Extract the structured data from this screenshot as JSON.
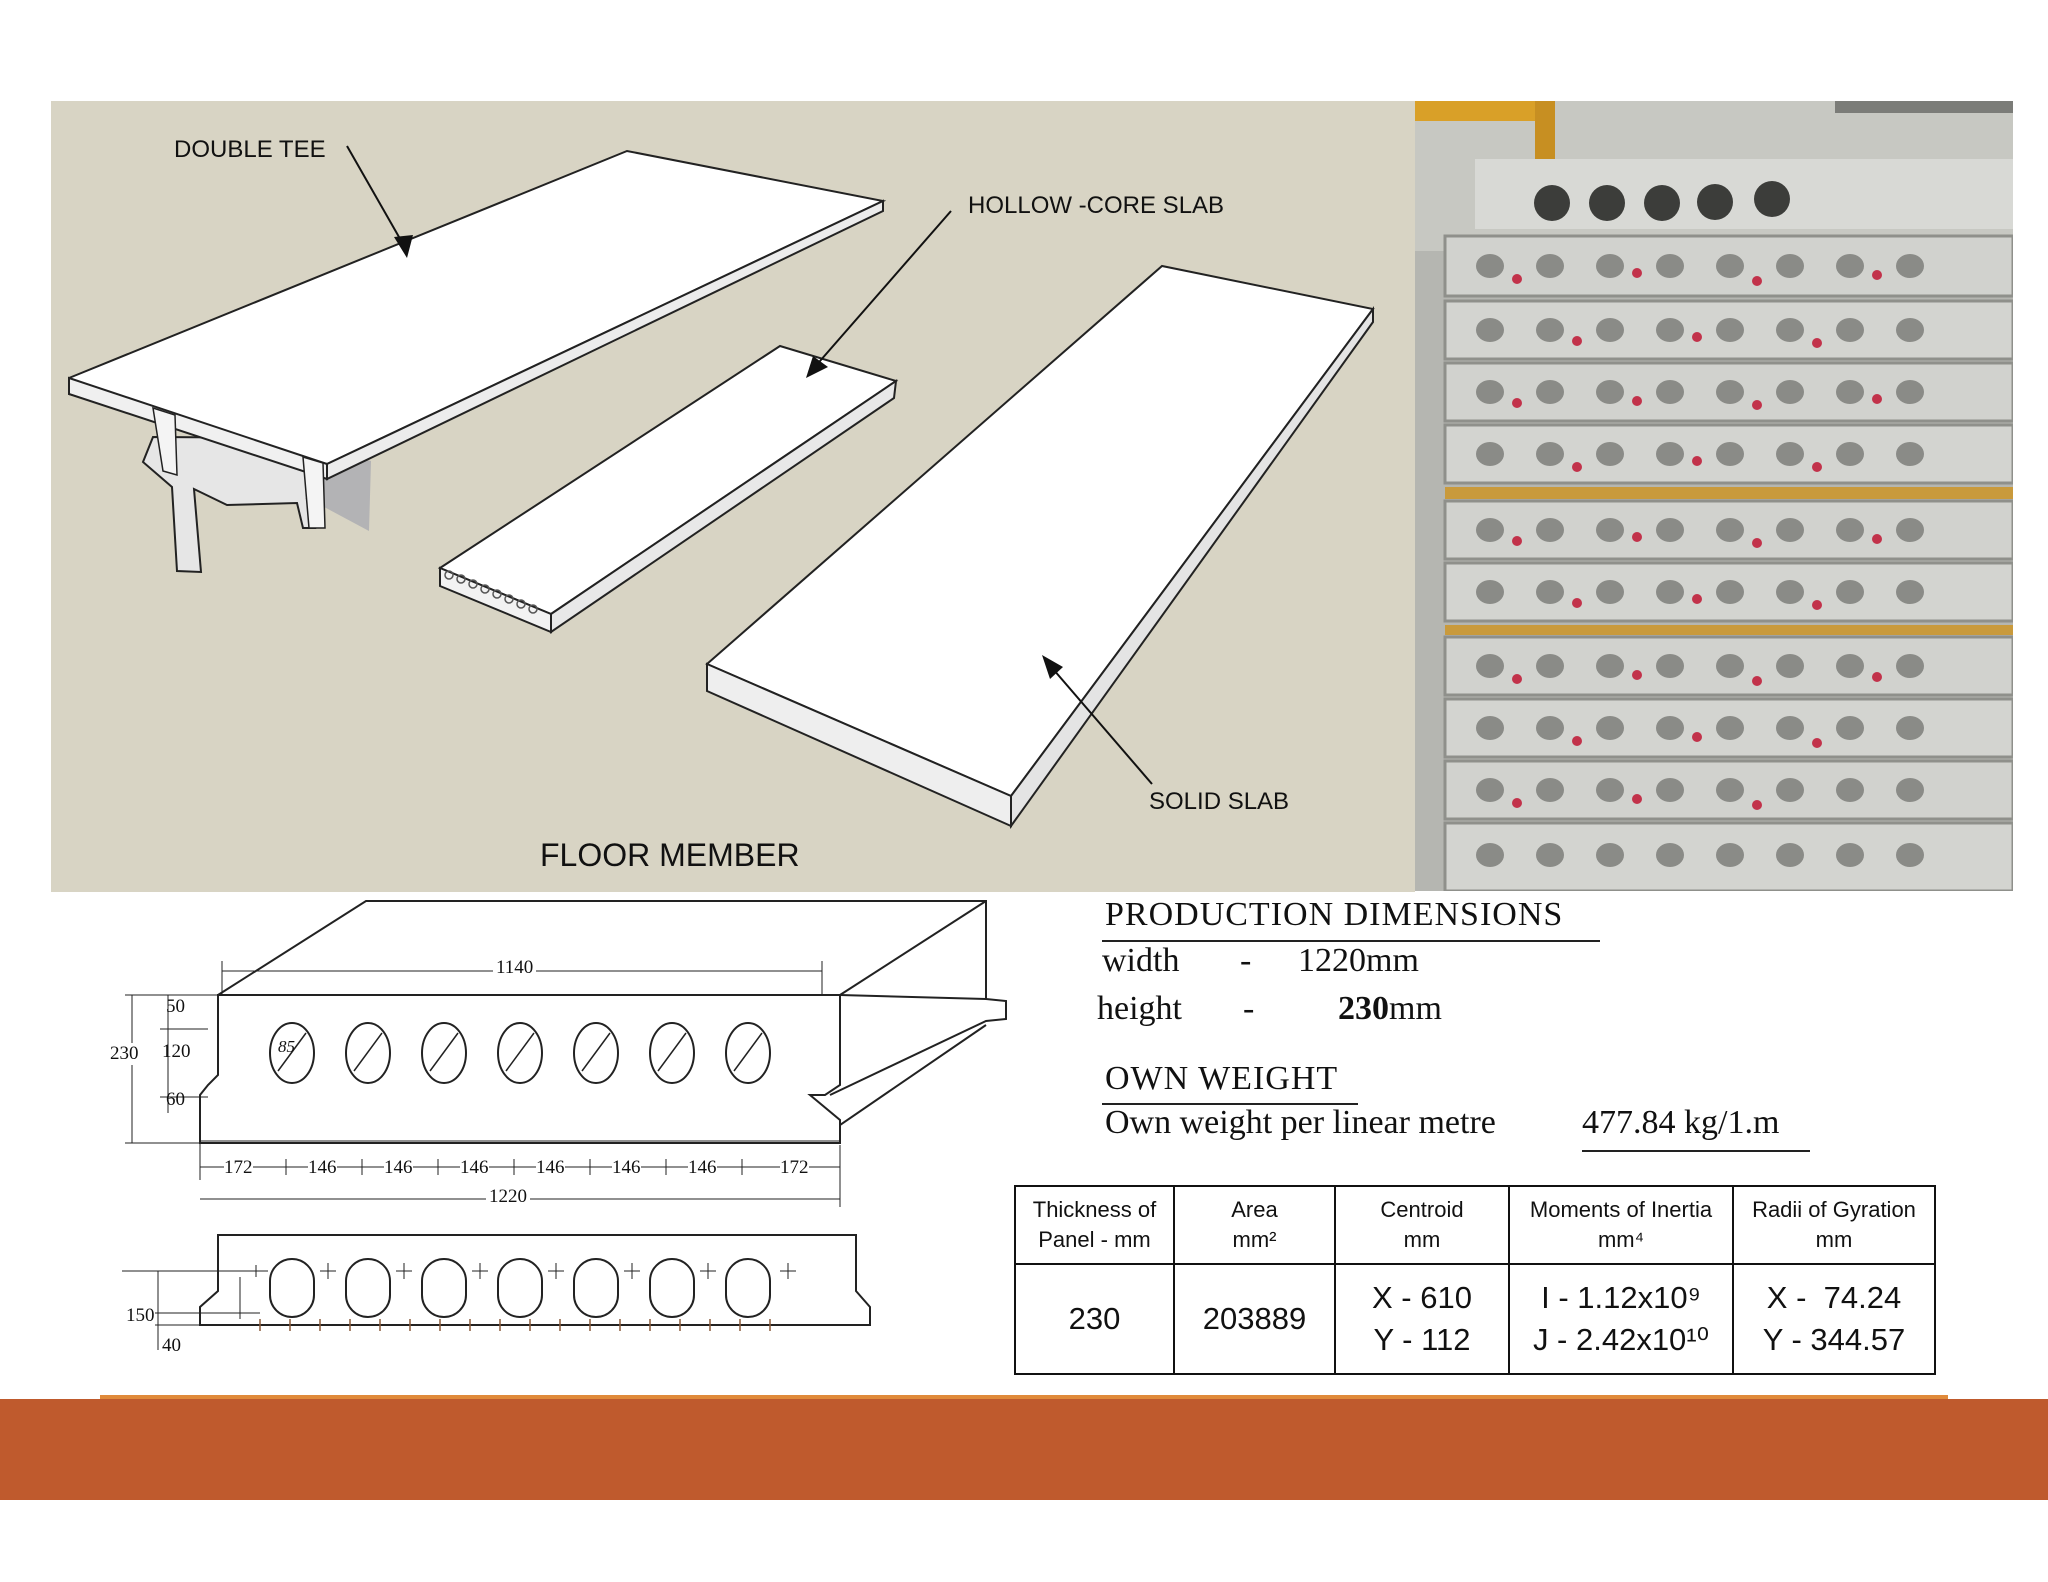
{
  "floor_member": {
    "title": "FLOOR MEMBER",
    "labels": {
      "double_tee": "DOUBLE TEE",
      "hollow_core": "HOLLOW -CORE SLAB",
      "solid_slab": "SOLID SLAB"
    }
  },
  "section_drawing": {
    "top_width": "1140",
    "total_height": "230",
    "dims_left": [
      "50",
      "120",
      "60"
    ],
    "core_dia": "85",
    "spacings": [
      "172",
      "146",
      "146",
      "146",
      "146",
      "146",
      "146",
      "172"
    ],
    "total_width": "1220",
    "bottom_dims": [
      "150",
      "40"
    ]
  },
  "production": {
    "title": "PRODUCTION DIMENSIONS",
    "width_label": "width",
    "width_dash": "-",
    "width_value": "1220mm",
    "height_label": "height",
    "height_dash": "-",
    "height_value_bold": "230",
    "height_unit": "mm"
  },
  "own_weight": {
    "title": "OWN WEIGHT",
    "label": "Own weight per linear metre",
    "value": "477.84 kg/1.m"
  },
  "properties_table": {
    "headers": [
      [
        "Thickness of",
        "Panel - mm"
      ],
      [
        "Area",
        "mm²"
      ],
      [
        "Centroid",
        "mm"
      ],
      [
        "Moments of Inertia",
        "mm⁴"
      ],
      [
        "Radii of Gyration",
        "mm"
      ]
    ],
    "row": {
      "thickness": "230",
      "area": "203889",
      "centroid_x": "X - 610",
      "centroid_y": "Y - 112",
      "inertia_i": "I - 1.12x10⁹",
      "inertia_j": "J - 2.42x10¹⁰",
      "gyration_x": "X -  74.24",
      "gyration_y": "Y - 344.57"
    }
  },
  "colors": {
    "sketch_background": "#d8d4c4",
    "footer_bar": "#bf5a2d",
    "footer_accent": "#e08a3a"
  }
}
